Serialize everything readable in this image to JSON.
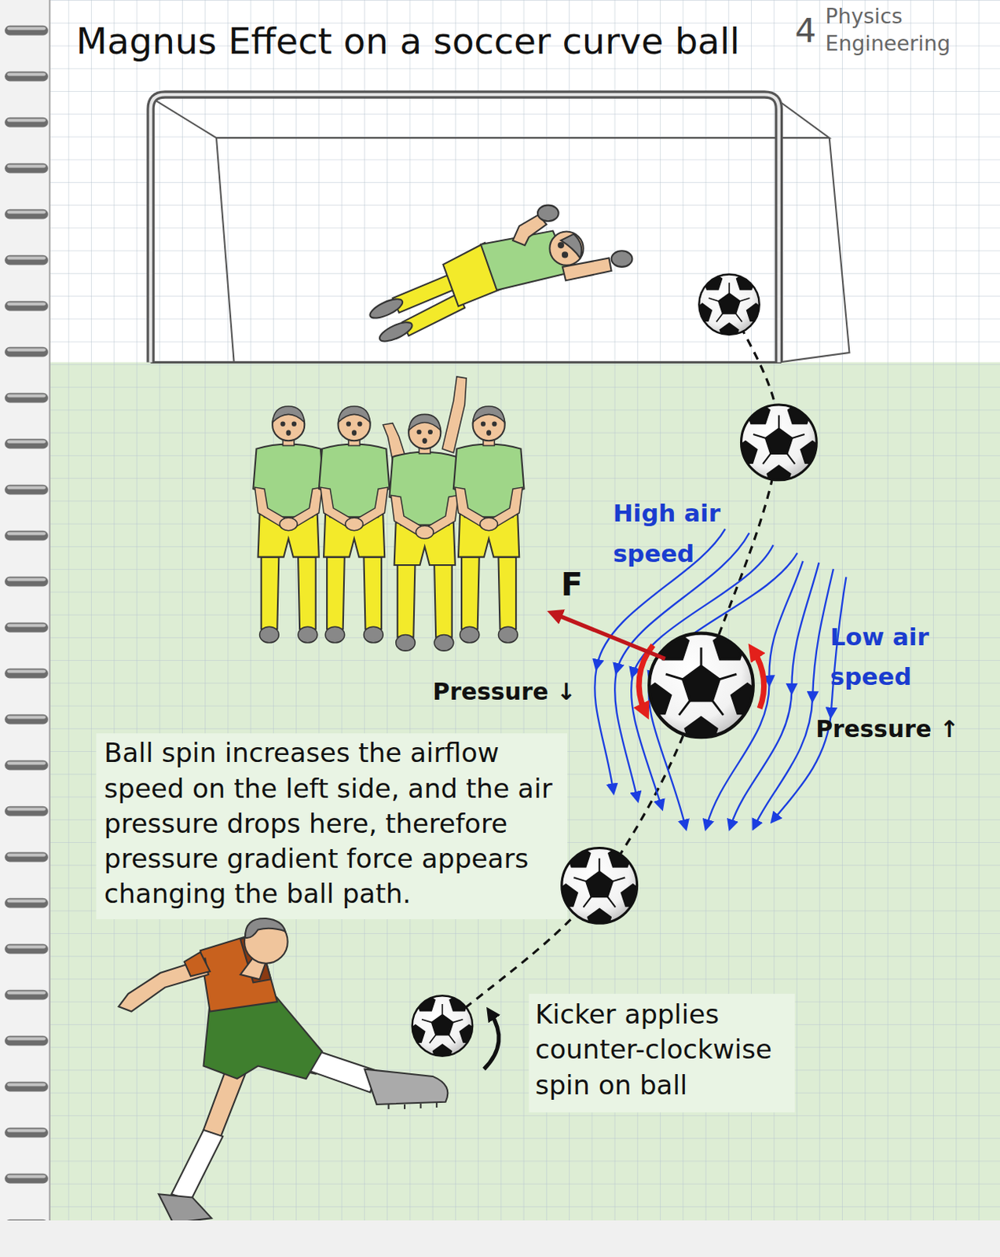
{
  "diagram": {
    "title": "Magnus Effect on a soccer curve ball",
    "labels": [
      "4",
      "Physics",
      "Engineering",
      "High air speed",
      "F",
      "Low air speed",
      "Pressure ↓",
      "Pressure ↑",
      "Ball spin increases the airflow speed on the left side, and the air pressure drops here, therefore pressure gradient force appears changing the ball path.",
      "Kicker applies counter-clockwise spin on ball"
    ]
  }
}
